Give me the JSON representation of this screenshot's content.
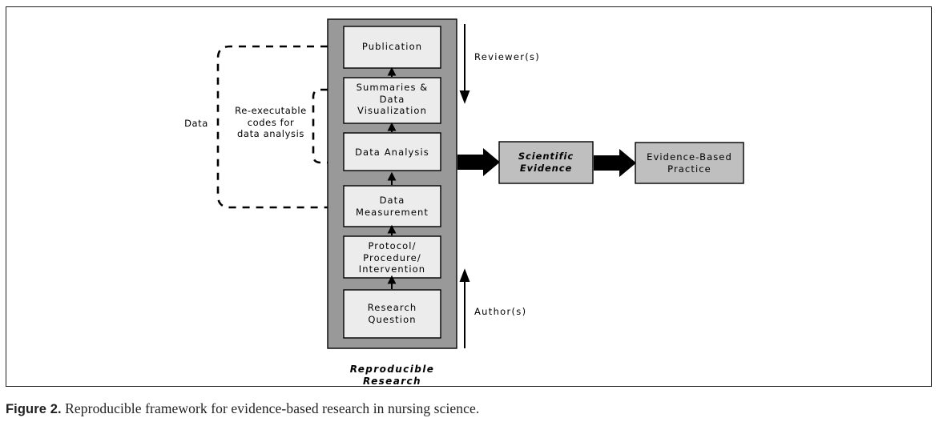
{
  "figure": {
    "caption_number": "Figure 2.",
    "caption_text": "Reproducible framework for evidence-based research in nursing science."
  },
  "colors": {
    "container_fill": "#999999",
    "stage_box_fill": "#ececec",
    "outcome_box_fill": "#bfbfbf",
    "stroke": "#000000",
    "frame_stroke": "#231f20"
  },
  "pipeline": {
    "container_caption": "Reproducible Research",
    "stages": [
      {
        "id": "publication",
        "label": "Publication"
      },
      {
        "id": "summaries",
        "label": "Summaries &\nData\nVisualization"
      },
      {
        "id": "data-analysis",
        "label": "Data Analysis"
      },
      {
        "id": "data-measurement",
        "label": "Data\nMeasurement"
      },
      {
        "id": "protocol",
        "label": "Protocol/\nProcedure/\nIntervention"
      },
      {
        "id": "research-question",
        "label": "Research\nQuestion"
      }
    ]
  },
  "outcomes": [
    {
      "id": "scientific-evidence",
      "label": "Scientific\nEvidence",
      "italic": true
    },
    {
      "id": "evidence-based-practice",
      "label": "Evidence-Based\nPractice",
      "italic": false
    }
  ],
  "actors": [
    {
      "id": "reviewers",
      "label": "Reviewer(s)",
      "direction": "down"
    },
    {
      "id": "authors",
      "label": "Author(s)",
      "direction": "up"
    }
  ],
  "brackets": [
    {
      "id": "data",
      "label": "Data"
    },
    {
      "id": "re-executable-codes",
      "label": "Re-executable\ncodes for\ndata analysis"
    }
  ]
}
